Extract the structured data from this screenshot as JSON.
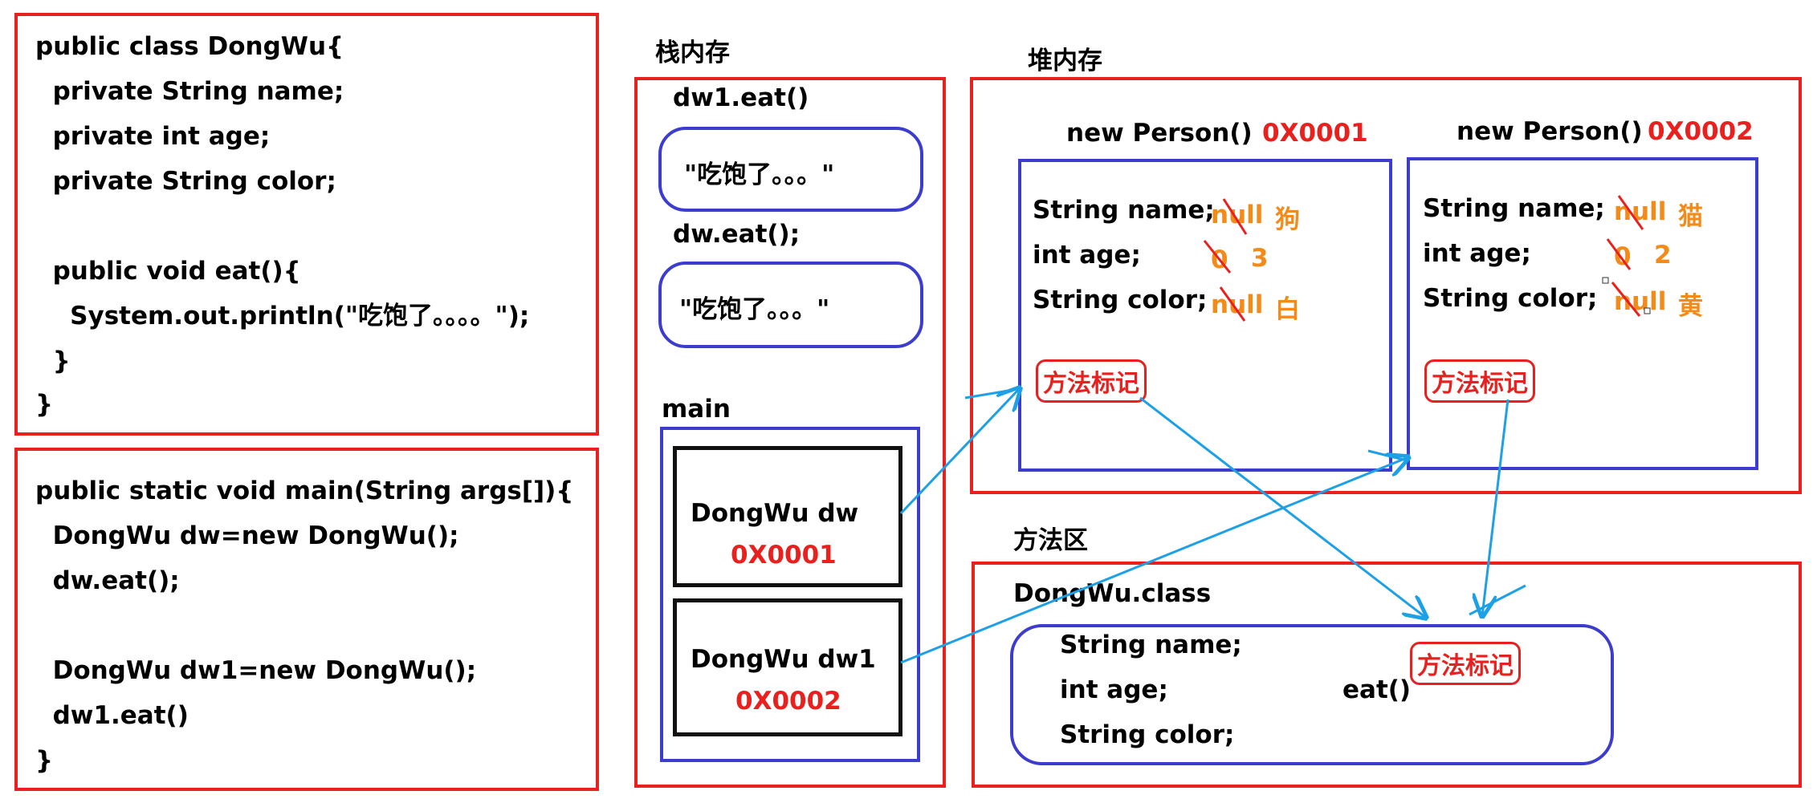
{
  "code_class": [
    "public class DongWu{",
    "  private String name;",
    "  private int age;",
    "  private String color;",
    "",
    "  public void eat(){",
    "    System.out.println(\"吃饱了。。。。\");",
    "  }",
    "}"
  ],
  "code_main": [
    "public static void main(String args[]){",
    "  DongWu dw=new DongWu();",
    "  dw.eat();",
    "",
    "  DongWu dw1=new DongWu();",
    "  dw1.eat()",
    "}"
  ],
  "stack": {
    "title": "栈内存",
    "frame1_label": "dw1.eat()",
    "frame1_text": "\"吃饱了。。。\"",
    "frame2_label": "dw.eat();",
    "frame2_text": "\"吃饱了。。。\"",
    "main_label": "main",
    "var1_name": "DongWu dw",
    "var1_addr": "0X0001",
    "var2_name": "DongWu dw1",
    "var2_addr": "0X0002"
  },
  "heap": {
    "title": "堆内存",
    "obj1_header": "new Person()",
    "obj1_addr": "0X0001",
    "obj1_fields": [
      "String name;",
      "int age;",
      "String color;"
    ],
    "obj1_old": [
      "null",
      "0",
      "null"
    ],
    "obj1_new": [
      "狗",
      "3",
      "白"
    ],
    "obj1_tag": "方法标记",
    "obj2_header": "new Person()",
    "obj2_addr": "0X0002",
    "obj2_fields": [
      "String name;",
      "int age;",
      "String color;"
    ],
    "obj2_old": [
      "null",
      "0",
      "null"
    ],
    "obj2_new": [
      "猫",
      "2",
      "黄"
    ],
    "obj2_tag": "方法标记"
  },
  "method_area": {
    "title": "方法区",
    "class_name": "DongWu.class",
    "fields": [
      "String name;",
      "int age;",
      "String color;"
    ],
    "method": "eat()",
    "tag": "方法标记"
  },
  "colors": {
    "red": "#e8201e",
    "blue": "#3c3ccf",
    "orange": "#f38b1a",
    "arrow": "#1ea0e6"
  }
}
